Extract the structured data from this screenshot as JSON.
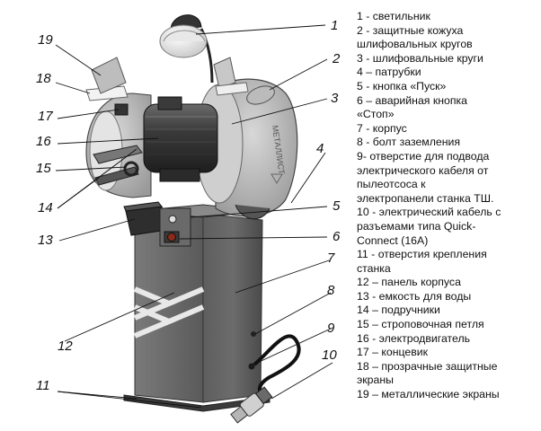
{
  "callouts": [
    "1",
    "2",
    "3",
    "4",
    "5",
    "6",
    "7",
    "8",
    "9",
    "10",
    "11",
    "12",
    "13",
    "14",
    "15",
    "16",
    "17",
    "18",
    "19"
  ],
  "legend": [
    "1 - светильник",
    "2 - защитные кожуха",
    "шлифовальных  кругов",
    "3 - шлифовальные круги",
    "4 – патрубки",
    "5 - кнопка «Пуск»",
    "6 – аварийная кнопка",
    "«Стоп»",
    "7 -  корпус",
    "8 -  болт заземления",
    "9- отверстие для подвода",
    "электрического кабеля от",
    "пылеотсоса к",
    "электропанели станка ТШ.",
    "10 - электрический кабель с",
    "разъемами  типа Quick-",
    "Connect (16A)",
    "11 - отверстия крепления",
    "станка",
    "12 – панель корпуса",
    "13 - емкость для воды",
    "14 – подручники",
    "15 – строповочная петля",
    "16 - электродвигатель",
    "17 – концевик",
    "18 – прозрачные защитные",
    "экраны",
    "19 – металлические экраны"
  ],
  "shroud_text": "МЕТАЛЛИСТ"
}
